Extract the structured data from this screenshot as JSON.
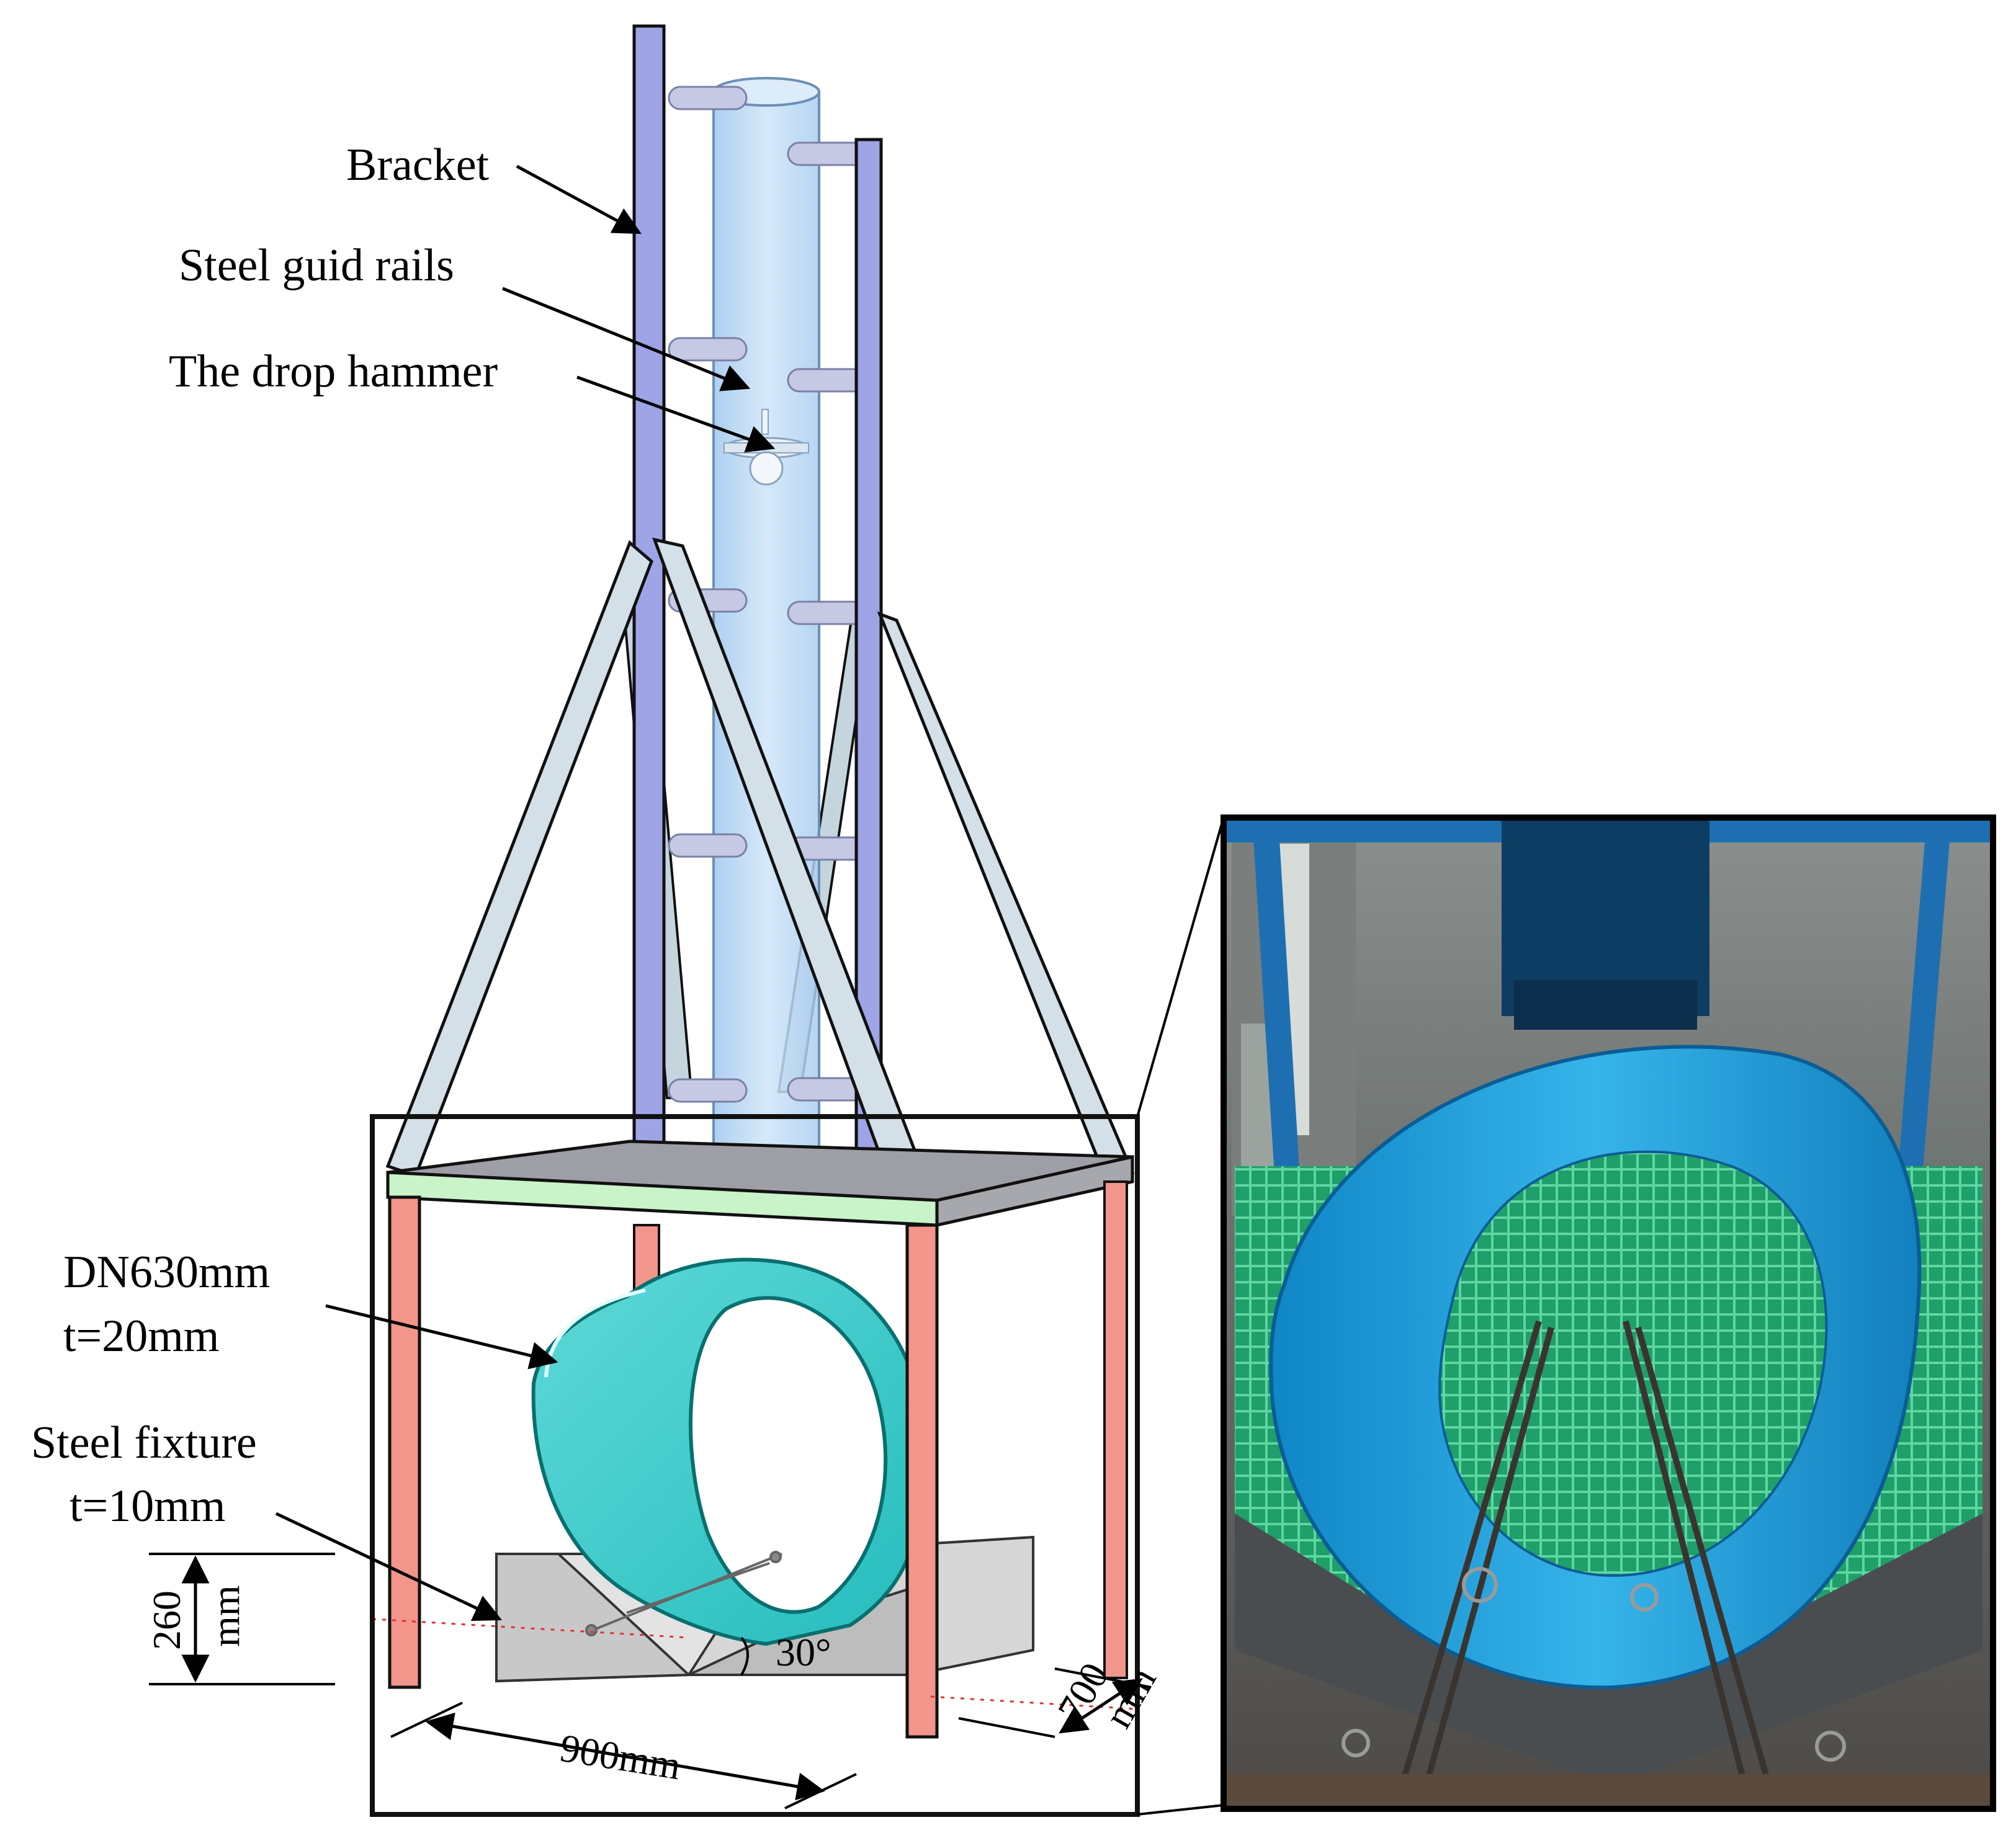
{
  "labels": {
    "bracket": "Bracket",
    "guide_rails": "Steel guid rails",
    "drop_hammer": "The drop hammer",
    "pipe_line1": "DN630mm",
    "pipe_line2": "t=20mm",
    "fixture_line1": "Steel fixture",
    "fixture_line2": "t=10mm"
  },
  "dimensions": {
    "height_value": "260",
    "height_unit": "mm",
    "length": "900mm",
    "depth_value": "700",
    "depth_unit": "mm",
    "angle": "30°"
  },
  "colors": {
    "column_blue": "#b5d6f3",
    "rail_purple": "#9ea4e6",
    "brace_grey": "#c5d5de",
    "plate_green": "#c9f3c9",
    "leg_salmon": "#f2958a",
    "pipe_teal": "#3ecdcd",
    "fixture_grey": "#d4d4d4"
  }
}
